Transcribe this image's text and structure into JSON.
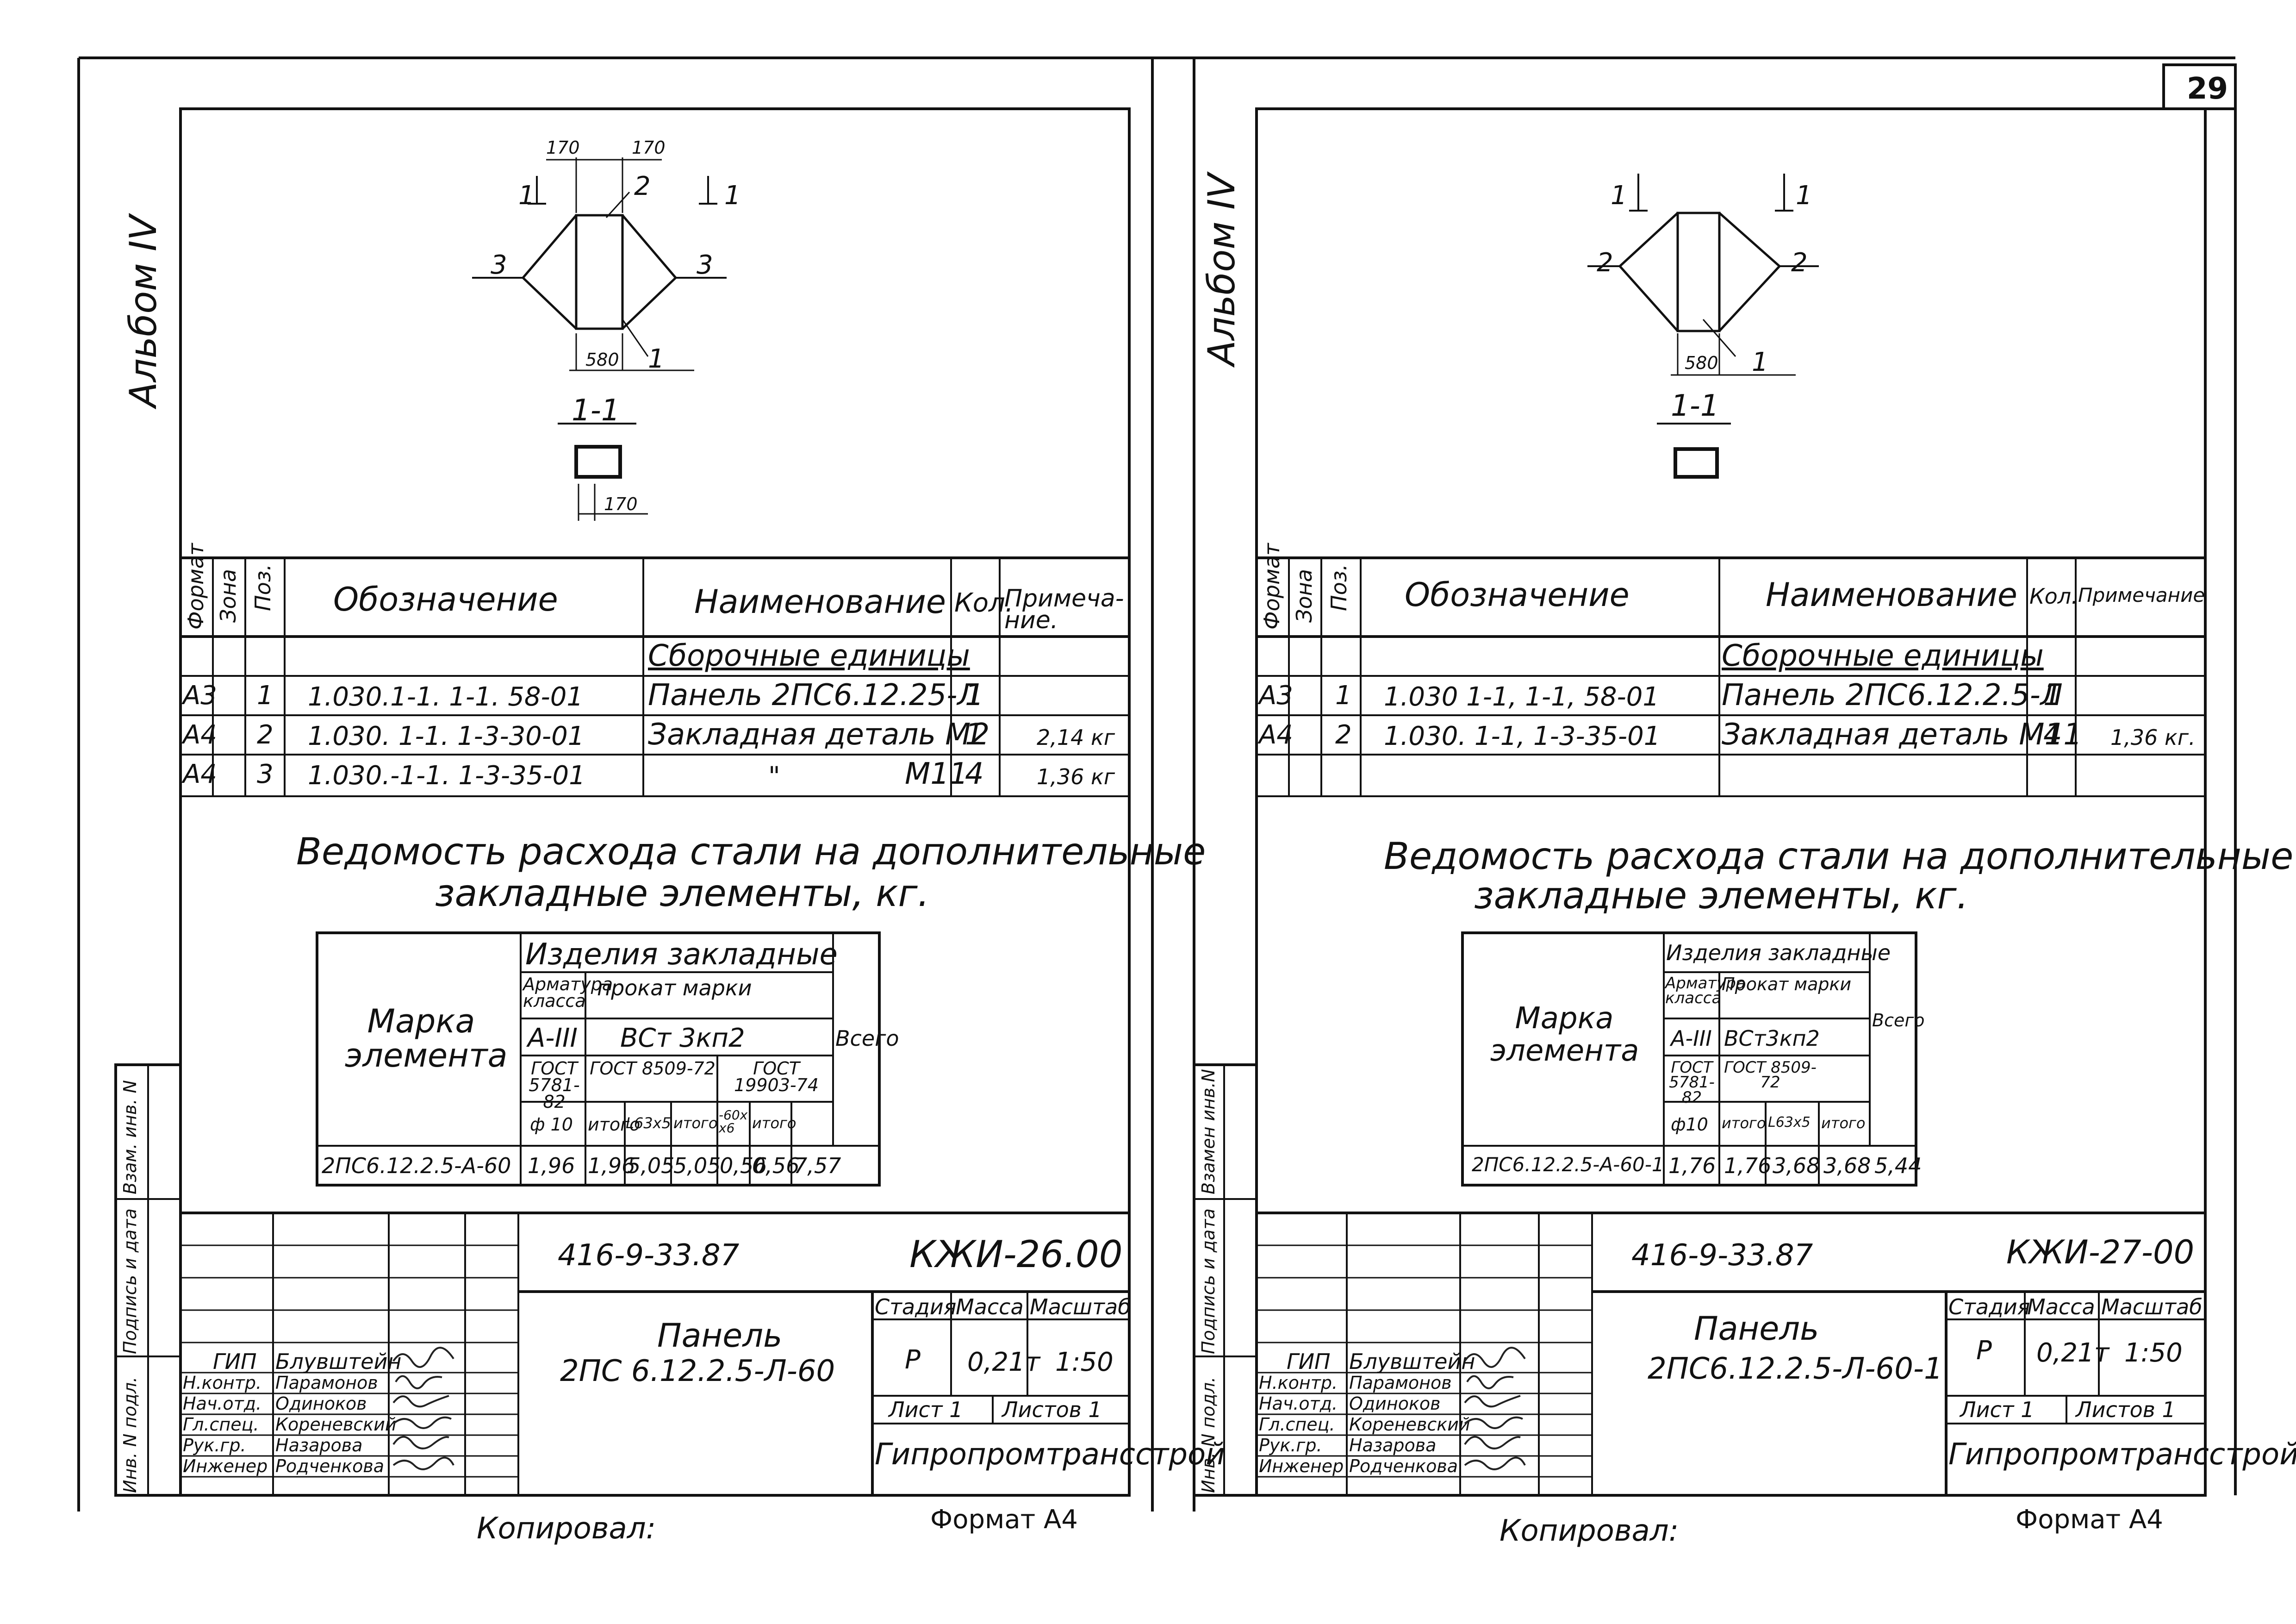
{
  "sheets": [
    {
      "album": "Альбом IV",
      "page_number": "",
      "drawing": {
        "dims": {
          "left": "170",
          "right": "170",
          "width": "580",
          "small": "170"
        },
        "positions": {
          "p1": "1",
          "p2": "2",
          "p3": "3"
        },
        "section_marks": {
          "left": "1",
          "right": "1"
        },
        "section_title": "1-1"
      },
      "spec": {
        "headers": {
          "format": "Формат",
          "zone": "Зона",
          "pos": "Поз.",
          "designation": "Обозначение",
          "name": "Наименование",
          "qty": "Кол.",
          "note": "Примеча-ние."
        },
        "group_title": "Сборочные единицы",
        "rows": [
          {
            "format": "А3",
            "pos": "1",
            "designation": "1.030.1-1. 1-1. 58-01",
            "name": "Панель 2ПС6.12.25-Л",
            "name_tail": "",
            "qty": "1",
            "note": ""
          },
          {
            "format": "А4",
            "pos": "2",
            "designation": "1.030. 1-1. 1-3-30-01",
            "name": "Закладная деталь М2",
            "name_tail": "",
            "qty": "1",
            "note": "2,14 кг"
          },
          {
            "format": "А4",
            "pos": "3",
            "designation": "1.030.-1-1. 1-3-35-01",
            "name": "\"",
            "name_tail": "М11",
            "qty": "4",
            "note": "1,36 кг"
          }
        ]
      },
      "steel": {
        "title_line1": "Ведомость расхода стали на дополнительные",
        "title_line2": "закладные элементы, кг.",
        "header_products": "Изделия закладные",
        "header_mark": "Марка элемента",
        "header_rebar": "Арматура класса",
        "header_rolled": "прокат марки",
        "rebar_class": "А-III",
        "rolled_grade": "ВСт 3кп2",
        "gost1": "ГОСТ 5781-82",
        "gost2": "ГОСТ 8509-72",
        "gost3": "ГОСТ 19903-74",
        "total_header": "Всего",
        "cols": [
          "ф 10",
          "итого",
          "L63х5",
          "итого",
          "-60х х6",
          "итого"
        ],
        "row": {
          "mark": "2ПС6.12.2.5-А-60",
          "values": [
            "1,96",
            "1,96",
            "5,05",
            "5,05",
            "0,56",
            "0,56"
          ],
          "total": "7,57"
        }
      },
      "title_block": {
        "code": "416-9-33.87",
        "doc": "КЖИ-26.00",
        "title": "Панель",
        "title_sub": "2ПС 6.12.2.5-Л-60",
        "stage_h": "Стадия",
        "mass_h": "Масса",
        "scale_h": "Масштаб",
        "stage": "Р",
        "mass": "0,21т",
        "scale": "1:50",
        "sheet": "Лист 1",
        "sheets": "Листов 1",
        "org": "Гипропромтрансстрой",
        "people": [
          {
            "role": "ГИП",
            "name": "Блувштейн"
          },
          {
            "role": "Н.контр.",
            "name": "Парамонов"
          },
          {
            "role": "Нач.отд.",
            "name": "Одиноков"
          },
          {
            "role": "Гл.спец.",
            "name": "Кореневский"
          },
          {
            "role": "Рук.гр.",
            "name": "Назарова"
          },
          {
            "role": "Инженер",
            "name": "Родченкова"
          }
        ]
      },
      "margin": {
        "inv": "Инв. N подл.",
        "sign_date": "Подпись и дата",
        "replace": "Взам. инв. N"
      },
      "footer": {
        "copied": "Копировал:",
        "format": "Формат А4"
      }
    },
    {
      "album": "Альбом IV",
      "page_number": "29",
      "drawing": {
        "dims": {
          "width": "580"
        },
        "positions": {
          "p1": "1",
          "p2": "2"
        },
        "section_marks": {
          "left": "1",
          "right": "1"
        },
        "section_title": "1-1"
      },
      "spec": {
        "headers": {
          "format": "Формат",
          "zone": "Зона",
          "pos": "Поз.",
          "designation": "Обозначение",
          "name": "Наименование",
          "qty": "Кол.",
          "note": "Примечание"
        },
        "group_title": "Сборочные единицы",
        "rows": [
          {
            "format": "А3",
            "pos": "1",
            "designation": "1.030 1-1, 1-1, 58-01",
            "name": "Панель 2ПС6.12.2.5-Л",
            "qty": "1",
            "note": ""
          },
          {
            "format": "А4",
            "pos": "2",
            "designation": "1.030. 1-1, 1-3-35-01",
            "name": "Закладная деталь М11",
            "qty": "4",
            "note": "1,36 кг."
          }
        ]
      },
      "steel": {
        "title_line1": "Ведомость расхода стали на дополнительные",
        "title_line2": "закладные элементы, кг.",
        "header_products": "Изделия закладные",
        "header_mark": "Марка элемента",
        "header_rebar": "Арматура класса",
        "header_rolled": "Прокат марки",
        "rebar_class": "А-III",
        "rolled_grade": "ВСт3кп2",
        "gost1": "ГОСТ 5781-82",
        "gost2": "ГОСТ 8509-72",
        "total_header": "Всего",
        "cols": [
          "ф10",
          "итого",
          "L63х5",
          "итого"
        ],
        "row": {
          "mark": "2ПС6.12.2.5-А-60-1",
          "values": [
            "1,76",
            "1,76",
            "3,68",
            "3,68"
          ],
          "total": "5,44"
        }
      },
      "title_block": {
        "code": "416-9-33.87",
        "doc": "КЖИ-27-00",
        "title": "Панель",
        "title_sub": "2ПС6.12.2.5-Л-60-1",
        "stage_h": "Стадия",
        "mass_h": "Масса",
        "scale_h": "Масштаб",
        "stage": "Р",
        "mass": "0,21т",
        "scale": "1:50",
        "sheet": "Лист 1",
        "sheets": "Листов 1",
        "org": "Гипропромтрансстрой",
        "people": [
          {
            "role": "ГИП",
            "name": "Блувштейн"
          },
          {
            "role": "Н.контр.",
            "name": "Парамонов"
          },
          {
            "role": "Нач.отд.",
            "name": "Одиноков"
          },
          {
            "role": "Гл.спец.",
            "name": "Кореневский"
          },
          {
            "role": "Рук.гр.",
            "name": "Назарова"
          },
          {
            "role": "Инженер",
            "name": "Родченкова"
          }
        ]
      },
      "margin": {
        "inv": "Инв. N подл.",
        "sign_date": "Подпись и дата",
        "replace": "Взамен инв.N"
      },
      "footer": {
        "copied": "Копировал:",
        "format": "Формат А4"
      }
    }
  ]
}
